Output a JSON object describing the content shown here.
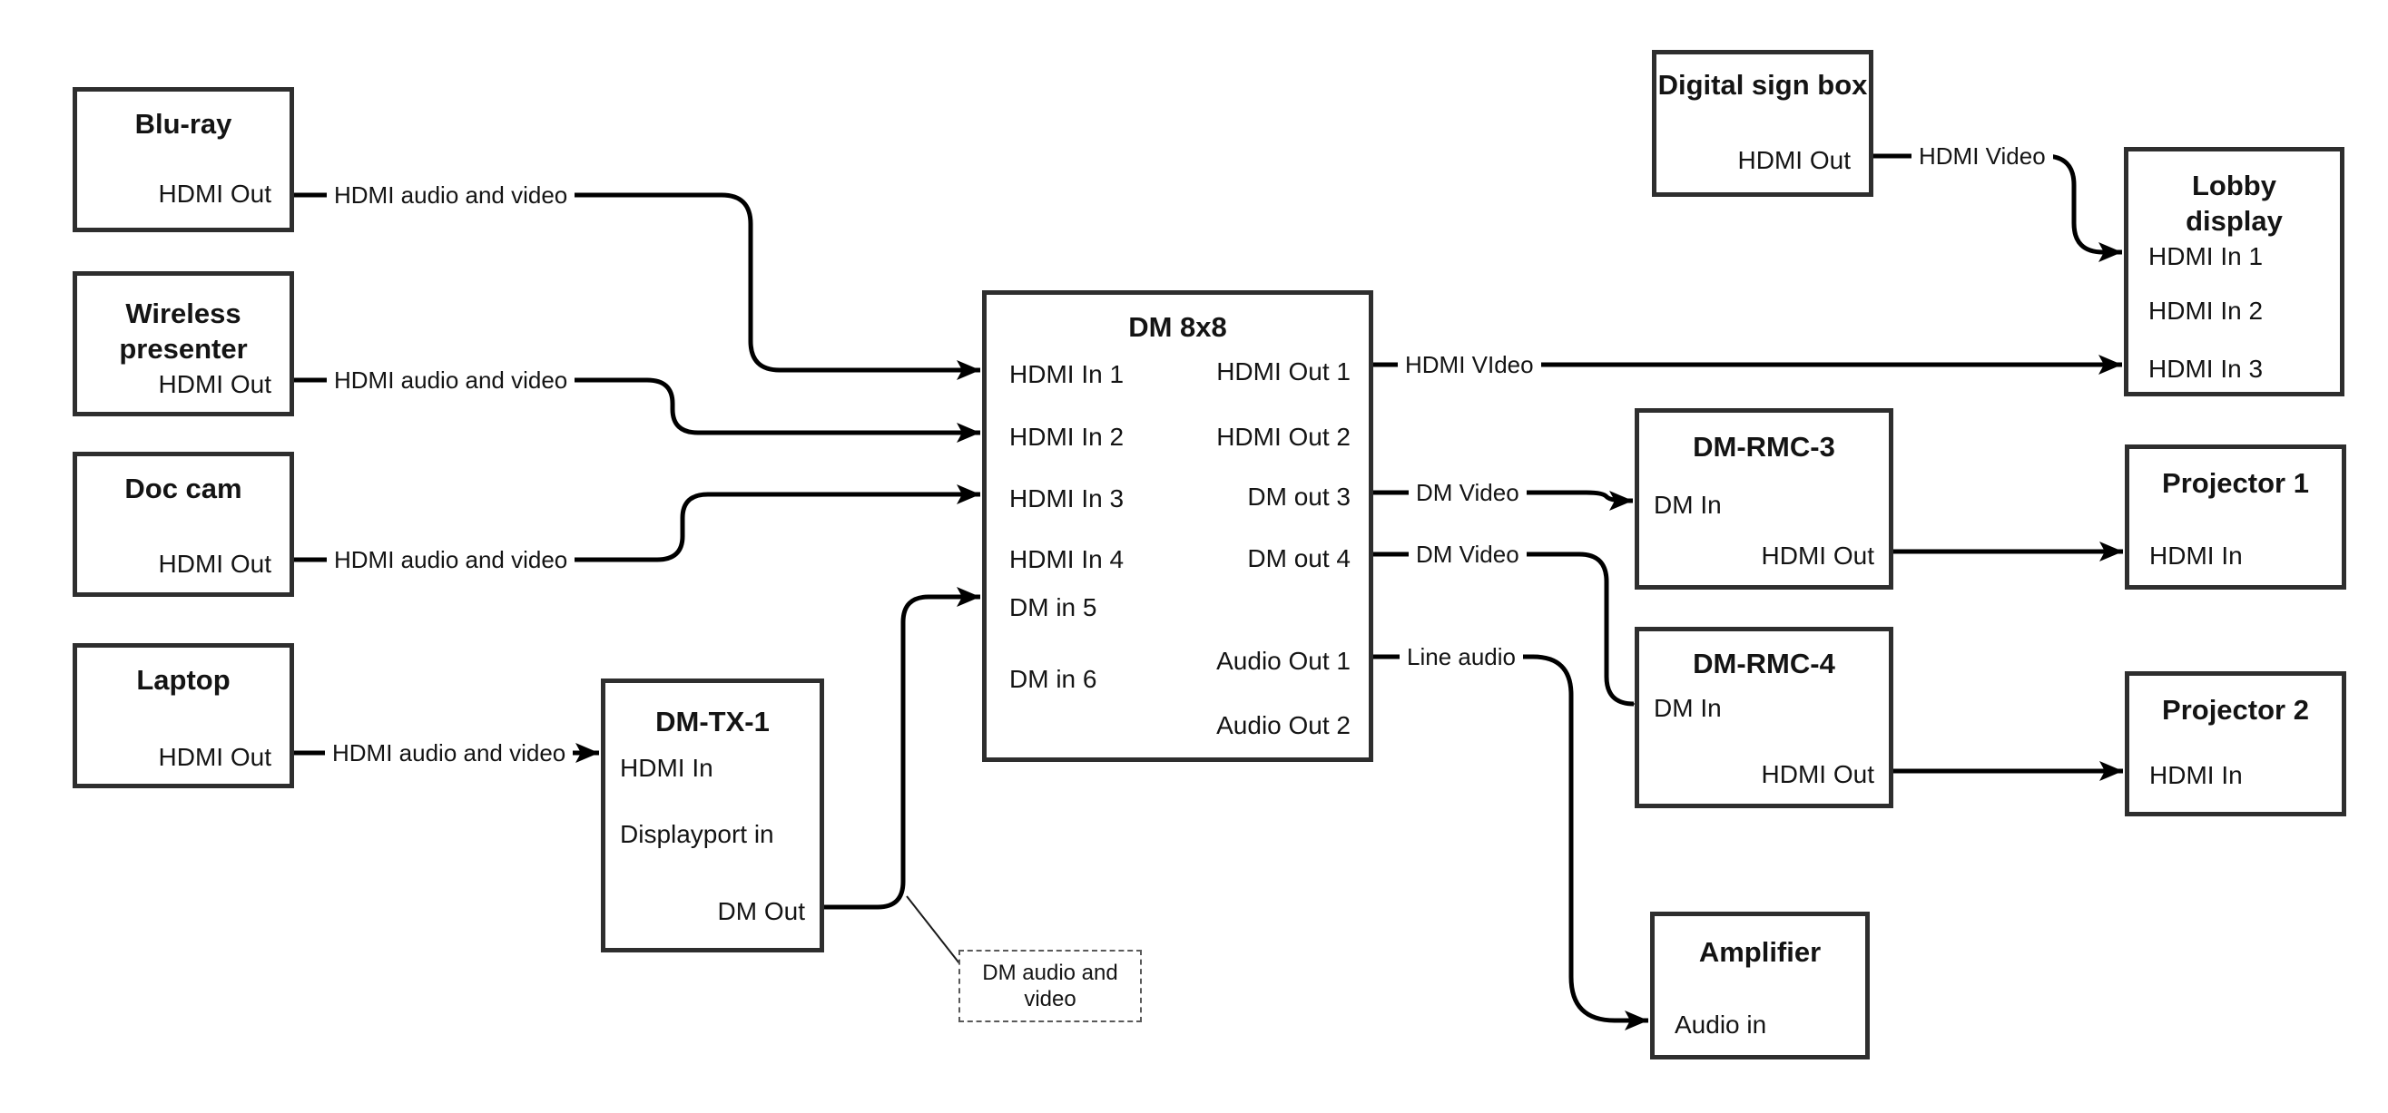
{
  "colors": {
    "background": "#ffffff",
    "box_border": "#2e2e2e",
    "connector": "#000000",
    "text": "#141414",
    "note_border": "#595959"
  },
  "nodes": {
    "bluray": {
      "title": "Blu-ray",
      "port_out": "HDMI Out"
    },
    "wireless": {
      "title": "Wireless presenter",
      "port_out": "HDMI Out"
    },
    "doccam": {
      "title": "Doc cam",
      "port_out": "HDMI Out"
    },
    "laptop": {
      "title": "Laptop",
      "port_out": "HDMI Out"
    },
    "dmtx1": {
      "title": "DM-TX-1",
      "port_hdmi_in": "HDMI In",
      "port_dp_in": "Displayport in",
      "port_dm_out": "DM Out"
    },
    "dm8x8": {
      "title": "DM 8x8",
      "in1": "HDMI In 1",
      "in2": "HDMI In 2",
      "in3": "HDMI In 3",
      "in4": "HDMI In 4",
      "in5": "DM in 5",
      "in6": "DM in 6",
      "out1": "HDMI Out 1",
      "out2": "HDMI Out 2",
      "out3": "DM out 3",
      "out4": "DM out 4",
      "aout1": "Audio Out 1",
      "aout2": "Audio Out 2"
    },
    "digisign": {
      "title": "Digital sign box",
      "port_out": "HDMI Out"
    },
    "lobby": {
      "title": "Lobby display",
      "in1": "HDMI In 1",
      "in2": "HDMI In 2",
      "in3": "HDMI In 3"
    },
    "dmrmc3": {
      "title": "DM-RMC-3",
      "port_dm_in": "DM In",
      "port_hdmi_out": "HDMI Out"
    },
    "proj1": {
      "title": "Projector 1",
      "port_in": "HDMI In"
    },
    "dmrmc4": {
      "title": "DM-RMC-4",
      "port_dm_in": "DM In",
      "port_hdmi_out": "HDMI Out"
    },
    "proj2": {
      "title": "Projector 2",
      "port_in": "HDMI In"
    },
    "amp": {
      "title": "Amplifier",
      "port_in": "Audio in"
    }
  },
  "edges": {
    "bluray_to_dm8x8_in1": {
      "label": "HDMI audio and video"
    },
    "wireless_to_dm8x8_in2": {
      "label": "HDMI audio and video"
    },
    "doccam_to_dm8x8_in3": {
      "label": "HDMI audio and video"
    },
    "laptop_to_dmtx1": {
      "label": "HDMI audio and video"
    },
    "dm8x8_out1_to_lobby_in3": {
      "label": "HDMI VIdeo"
    },
    "digisign_to_lobby_in1": {
      "label": "HDMI Video"
    },
    "dm8x8_out3_to_dmrmc3": {
      "label": "DM Video"
    },
    "dm8x8_out4_to_dmrmc4": {
      "label": "DM Video"
    },
    "dm8x8_aout1_to_amp": {
      "label": "Line audio"
    },
    "dmtx1_to_dm8x8_in5": {
      "label": ""
    },
    "dmrmc3_to_proj1": {
      "label": ""
    },
    "dmrmc4_to_proj2": {
      "label": ""
    }
  },
  "note": {
    "text": "DM audio and video"
  }
}
